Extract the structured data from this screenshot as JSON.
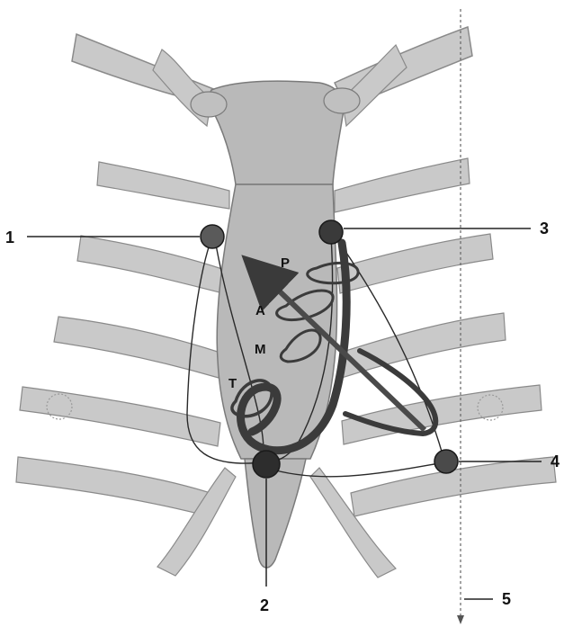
{
  "labels": {
    "point_1": "1",
    "point_2": "2",
    "point_3": "3",
    "point_4": "4",
    "point_5": "5"
  },
  "loop_letters": {
    "p": "P",
    "a": "A",
    "m": "M",
    "t": "T"
  },
  "colors": {
    "bone": "#c9c9c9",
    "bone_edge": "#8a8a8a",
    "sternum": "#b9b9b9",
    "electrode": "#3d3d3d",
    "wire": "#2a2a2a",
    "path": "#4a4a4a",
    "background": "#ffffff"
  }
}
